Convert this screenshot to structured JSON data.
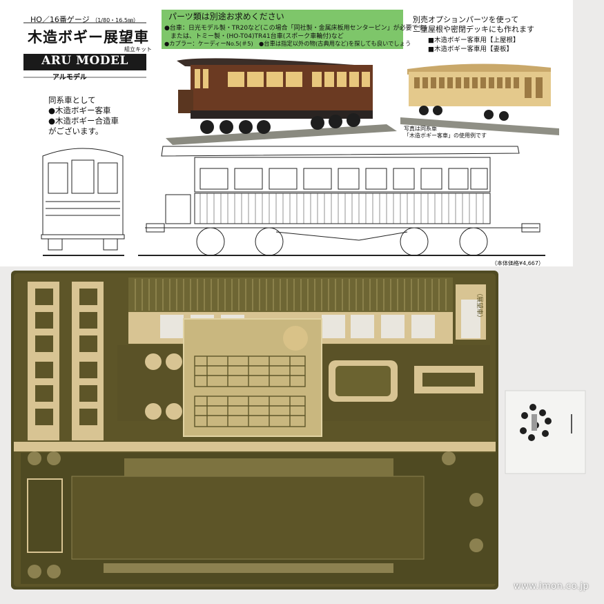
{
  "card": {
    "scale": "HO／16番ゲージ",
    "scale_detail": "（1/80・16.5㎜）",
    "title": "木造ボギー展望車",
    "kit_type": "組立キット",
    "brand": "ARU MODEL",
    "brand_kana": "アルモデル",
    "related_header": "同系車として",
    "related_items": [
      "●木造ボギー客車",
      "●木造ボギー合造車"
    ],
    "related_footer": "がございます。",
    "parts_title": "パーツ類は別途お求めください",
    "parts_lines": [
      "●台車：日光モデル製・TR20など(この場合「同社製・金属床板用センターピン」が必要です)",
      "　または、トミー製・(HO-T04)TR41台車(スポーク車輪付)など",
      "●カプラー：ケーディーNo.5(＃5)　●台車は指定以外の物(古典用など)を探しても良いでしょう"
    ],
    "options_lines": [
      "別売オプションパーツを使って",
      "二重屋根や密閉デッキにも作れます"
    ],
    "options_items": [
      "■木造ボギー客車用【上屋根】",
      "■木造ボギー客車用【妻板】"
    ],
    "photo_caption_lines": [
      "写真は同系車",
      "「木造ボギー客車」の使用例です"
    ],
    "price": "（本体価格¥4,667）"
  },
  "sheet": {
    "etched_label": "（展望車）"
  },
  "watermark": "www.imon.co.jp",
  "colors": {
    "brass": "#d8c493",
    "brass_dark": "#5d5528",
    "card_green": "#7ec66a",
    "coach_brown": "#6b3a22"
  }
}
